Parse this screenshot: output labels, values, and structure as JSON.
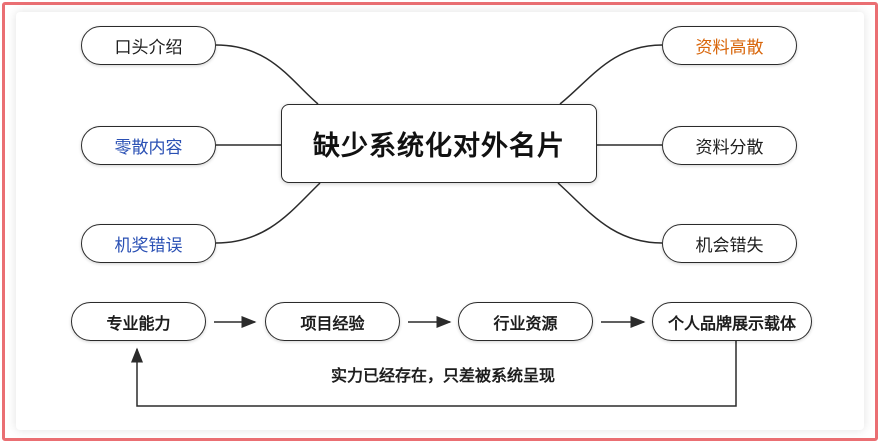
{
  "central": "缺少系统化对外名片",
  "left_items": [
    "口头介绍",
    "零散内容",
    "机奖错误"
  ],
  "right_items": [
    "资料高散",
    "资料分散",
    "机会错失"
  ],
  "flow": [
    "专业能力",
    "项目经验",
    "行业资源",
    "个人品牌展示载体"
  ],
  "feedback_note": "实力已经存在，只差被系统呈现",
  "colors": {
    "blue_text": "#2a50b4",
    "orange_text": "#d8650a",
    "frame": "#ea6f73"
  }
}
